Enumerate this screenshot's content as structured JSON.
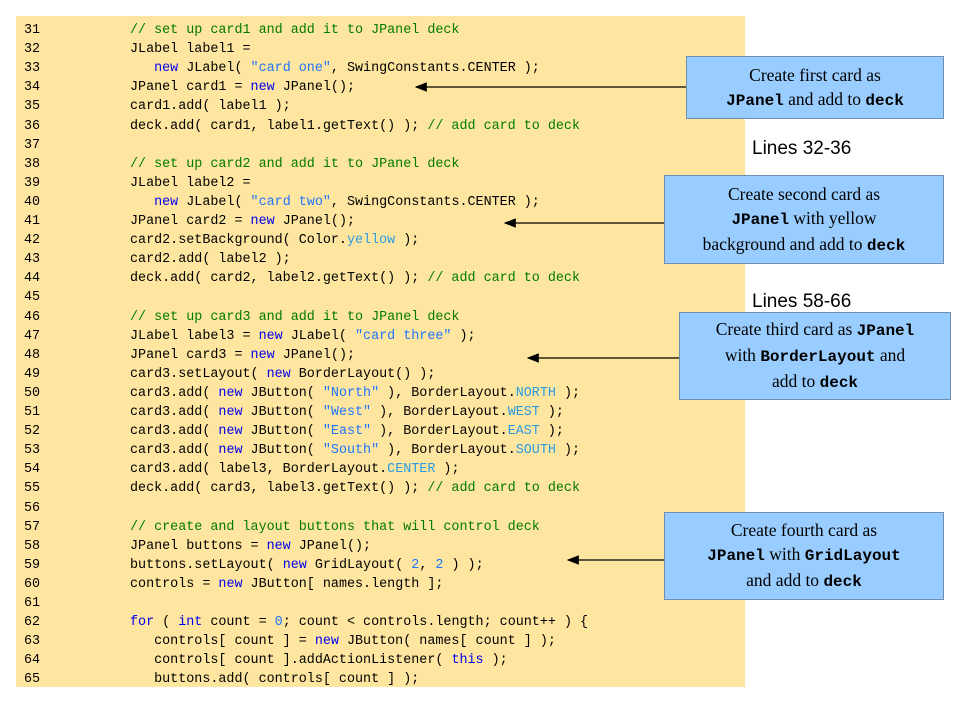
{
  "code_lines": [
    {
      "num": "31",
      "segments": [
        {
          "t": "c",
          "v": "// set up card1 and add it to JPanel deck"
        }
      ]
    },
    {
      "num": "32",
      "segments": [
        {
          "t": "p",
          "v": "JLabel label1 ="
        }
      ]
    },
    {
      "num": "33",
      "segments": [
        {
          "t": "p",
          "v": "   "
        },
        {
          "t": "k",
          "v": "new"
        },
        {
          "t": "p",
          "v": " JLabel( "
        },
        {
          "t": "s",
          "v": "\"card one\""
        },
        {
          "t": "p",
          "v": ", SwingConstants.CENTER );"
        }
      ]
    },
    {
      "num": "34",
      "segments": [
        {
          "t": "p",
          "v": "JPanel card1 = "
        },
        {
          "t": "k",
          "v": "new"
        },
        {
          "t": "p",
          "v": " JPanel();"
        }
      ]
    },
    {
      "num": "35",
      "segments": [
        {
          "t": "p",
          "v": "card1.add( label1 );"
        }
      ]
    },
    {
      "num": "36",
      "segments": [
        {
          "t": "p",
          "v": "deck.add( card1, label1.getText() ); "
        },
        {
          "t": "c",
          "v": "// add card to deck"
        }
      ]
    },
    {
      "num": "37",
      "segments": []
    },
    {
      "num": "38",
      "segments": [
        {
          "t": "c",
          "v": "// set up card2 and add it to JPanel deck"
        }
      ]
    },
    {
      "num": "39",
      "segments": [
        {
          "t": "p",
          "v": "JLabel label2 ="
        }
      ]
    },
    {
      "num": "40",
      "segments": [
        {
          "t": "p",
          "v": "   "
        },
        {
          "t": "k",
          "v": "new"
        },
        {
          "t": "p",
          "v": " JLabel( "
        },
        {
          "t": "s",
          "v": "\"card two\""
        },
        {
          "t": "p",
          "v": ", SwingConstants.CENTER );"
        }
      ]
    },
    {
      "num": "41",
      "segments": [
        {
          "t": "p",
          "v": "JPanel card2 = "
        },
        {
          "t": "k",
          "v": "new"
        },
        {
          "t": "p",
          "v": " JPanel();"
        }
      ]
    },
    {
      "num": "42",
      "segments": [
        {
          "t": "p",
          "v": "card2.setBackground( Color."
        },
        {
          "t": "f",
          "v": "yellow"
        },
        {
          "t": "p",
          "v": " );"
        }
      ]
    },
    {
      "num": "43",
      "segments": [
        {
          "t": "p",
          "v": "card2.add( label2 );"
        }
      ]
    },
    {
      "num": "44",
      "segments": [
        {
          "t": "p",
          "v": "deck.add( card2, label2.getText() ); "
        },
        {
          "t": "c",
          "v": "// add card to deck"
        }
      ]
    },
    {
      "num": "45",
      "segments": []
    },
    {
      "num": "46",
      "segments": [
        {
          "t": "c",
          "v": "// set up card3 and add it to JPanel deck"
        }
      ]
    },
    {
      "num": "47",
      "segments": [
        {
          "t": "p",
          "v": "JLabel label3 = "
        },
        {
          "t": "k",
          "v": "new"
        },
        {
          "t": "p",
          "v": " JLabel( "
        },
        {
          "t": "s",
          "v": "\"card three\""
        },
        {
          "t": "p",
          "v": " );"
        }
      ]
    },
    {
      "num": "48",
      "segments": [
        {
          "t": "p",
          "v": "JPanel card3 = "
        },
        {
          "t": "k",
          "v": "new"
        },
        {
          "t": "p",
          "v": " JPanel();"
        }
      ]
    },
    {
      "num": "49",
      "segments": [
        {
          "t": "p",
          "v": "card3.setLayout( "
        },
        {
          "t": "k",
          "v": "new"
        },
        {
          "t": "p",
          "v": " BorderLayout() );"
        }
      ]
    },
    {
      "num": "50",
      "segments": [
        {
          "t": "p",
          "v": "card3.add( "
        },
        {
          "t": "k",
          "v": "new"
        },
        {
          "t": "p",
          "v": " JButton( "
        },
        {
          "t": "s",
          "v": "\"North\""
        },
        {
          "t": "p",
          "v": " ), BorderLayout."
        },
        {
          "t": "f",
          "v": "NORTH"
        },
        {
          "t": "p",
          "v": " );"
        }
      ]
    },
    {
      "num": "51",
      "segments": [
        {
          "t": "p",
          "v": "card3.add( "
        },
        {
          "t": "k",
          "v": "new"
        },
        {
          "t": "p",
          "v": " JButton( "
        },
        {
          "t": "s",
          "v": "\"West\""
        },
        {
          "t": "p",
          "v": " ), BorderLayout."
        },
        {
          "t": "f",
          "v": "WEST"
        },
        {
          "t": "p",
          "v": " );"
        }
      ]
    },
    {
      "num": "52",
      "segments": [
        {
          "t": "p",
          "v": "card3.add( "
        },
        {
          "t": "k",
          "v": "new"
        },
        {
          "t": "p",
          "v": " JButton( "
        },
        {
          "t": "s",
          "v": "\"East\""
        },
        {
          "t": "p",
          "v": " ), BorderLayout."
        },
        {
          "t": "f",
          "v": "EAST"
        },
        {
          "t": "p",
          "v": " );"
        }
      ]
    },
    {
      "num": "53",
      "segments": [
        {
          "t": "p",
          "v": "card3.add( "
        },
        {
          "t": "k",
          "v": "new"
        },
        {
          "t": "p",
          "v": " JButton( "
        },
        {
          "t": "s",
          "v": "\"South\""
        },
        {
          "t": "p",
          "v": " ), BorderLayout."
        },
        {
          "t": "f",
          "v": "SOUTH"
        },
        {
          "t": "p",
          "v": " );"
        }
      ]
    },
    {
      "num": "54",
      "segments": [
        {
          "t": "p",
          "v": "card3.add( label3, BorderLayout."
        },
        {
          "t": "f",
          "v": "CENTER"
        },
        {
          "t": "p",
          "v": " );"
        }
      ]
    },
    {
      "num": "55",
      "segments": [
        {
          "t": "p",
          "v": "deck.add( card3, label3.getText() ); "
        },
        {
          "t": "c",
          "v": "// add card to deck"
        }
      ]
    },
    {
      "num": "56",
      "segments": []
    },
    {
      "num": "57",
      "segments": [
        {
          "t": "c",
          "v": "// create and layout buttons that will control deck"
        }
      ]
    },
    {
      "num": "58",
      "segments": [
        {
          "t": "p",
          "v": "JPanel buttons = "
        },
        {
          "t": "k",
          "v": "new"
        },
        {
          "t": "p",
          "v": " JPanel();"
        }
      ]
    },
    {
      "num": "59",
      "segments": [
        {
          "t": "p",
          "v": "buttons.setLayout( "
        },
        {
          "t": "k",
          "v": "new"
        },
        {
          "t": "p",
          "v": " GridLayout( "
        },
        {
          "t": "n",
          "v": "2"
        },
        {
          "t": "p",
          "v": ", "
        },
        {
          "t": "n",
          "v": "2"
        },
        {
          "t": "p",
          "v": " ) );"
        }
      ]
    },
    {
      "num": "60",
      "segments": [
        {
          "t": "p",
          "v": "controls = "
        },
        {
          "t": "k",
          "v": "new"
        },
        {
          "t": "p",
          "v": " JButton[ names.length ];"
        }
      ]
    },
    {
      "num": "61",
      "segments": []
    },
    {
      "num": "62",
      "segments": [
        {
          "t": "k",
          "v": "for"
        },
        {
          "t": "p",
          "v": " ( "
        },
        {
          "t": "k",
          "v": "int"
        },
        {
          "t": "p",
          "v": " count = "
        },
        {
          "t": "n",
          "v": "0"
        },
        {
          "t": "p",
          "v": "; count < controls.length; count++ ) {"
        }
      ]
    },
    {
      "num": "63",
      "segments": [
        {
          "t": "p",
          "v": "   controls[ count ] = "
        },
        {
          "t": "k",
          "v": "new"
        },
        {
          "t": "p",
          "v": " JButton( names[ count ] );"
        }
      ]
    },
    {
      "num": "64",
      "segments": [
        {
          "t": "p",
          "v": "   controls[ count ].addActionListener( "
        },
        {
          "t": "k",
          "v": "this"
        },
        {
          "t": "p",
          "v": " );"
        }
      ]
    },
    {
      "num": "65",
      "segments": [
        {
          "t": "p",
          "v": "   buttons.add( controls[ count ] );"
        }
      ]
    }
  ],
  "callouts": [
    {
      "id": "callout-first-card",
      "lines": [
        [
          {
            "t": "r",
            "v": "Create first card as"
          }
        ],
        [
          {
            "t": "m",
            "v": "JPanel"
          },
          {
            "t": "r",
            "v": " and add to "
          },
          {
            "t": "m",
            "v": "deck"
          }
        ]
      ]
    },
    {
      "id": "callout-second-card",
      "lines": [
        [
          {
            "t": "r",
            "v": "Create second card as"
          }
        ],
        [
          {
            "t": "m",
            "v": "JPanel"
          },
          {
            "t": "r",
            "v": " with yellow"
          }
        ],
        [
          {
            "t": "r",
            "v": "background and add to "
          },
          {
            "t": "m",
            "v": "deck"
          }
        ]
      ]
    },
    {
      "id": "callout-third-card",
      "lines": [
        [
          {
            "t": "r",
            "v": "Create third card as "
          },
          {
            "t": "m",
            "v": "JPanel"
          }
        ],
        [
          {
            "t": "r",
            "v": "with "
          },
          {
            "t": "m",
            "v": "BorderLayout"
          },
          {
            "t": "r",
            "v": " and"
          }
        ],
        [
          {
            "t": "r",
            "v": "add to "
          },
          {
            "t": "m",
            "v": "deck"
          }
        ]
      ]
    },
    {
      "id": "callout-fourth-card",
      "lines": [
        [
          {
            "t": "r",
            "v": "Create fourth card as"
          }
        ],
        [
          {
            "t": "m",
            "v": "JPanel"
          },
          {
            "t": "r",
            "v": " with "
          },
          {
            "t": "m",
            "v": "GridLayout"
          }
        ],
        [
          {
            "t": "r",
            "v": "and add to "
          },
          {
            "t": "m",
            "v": "deck"
          }
        ]
      ]
    }
  ],
  "side_labels": {
    "lines_a": "Lines 32-36",
    "lines_b": "Lines 58-66"
  },
  "colors": {
    "code_background": "#ffe6a0",
    "callout_fill": "#99ccff",
    "keyword": "#0000ee",
    "string": "#1f74ff",
    "comment": "#007a00"
  }
}
